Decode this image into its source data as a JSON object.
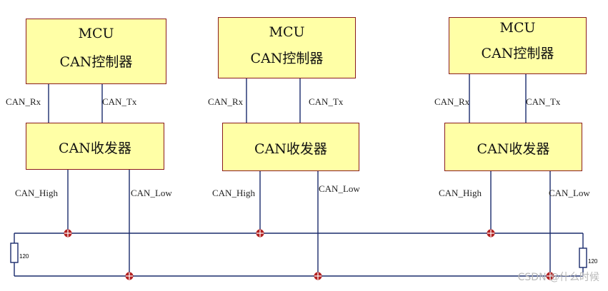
{
  "colors": {
    "box_fill": "#ffffa6",
    "box_border": "#8a1c1c",
    "wire": "#1a2b6b",
    "junction": "#b22222"
  },
  "nodes": [
    {
      "mcu": {
        "line1": "MCU",
        "line2": "CAN控制器"
      },
      "rx": "CAN_Rx",
      "tx": "CAN_Tx",
      "transceiver": "CAN收发器",
      "high": "CAN_High",
      "low": "CAN_Low"
    },
    {
      "mcu": {
        "line1": "MCU",
        "line2": "CAN控制器"
      },
      "rx": "CAN_Rx",
      "tx": "CAN_Tx",
      "transceiver": "CAN收发器",
      "high": "CAN_High",
      "low": "CAN_Low"
    },
    {
      "mcu": {
        "line1": "MCU",
        "line2": "CAN控制器"
      },
      "rx": "CAN_Rx",
      "tx": "CAN_Tx",
      "transceiver": "CAN收发器",
      "high": "CAN_High",
      "low": "CAN_Low"
    }
  ],
  "terminators": [
    {
      "value": "120"
    },
    {
      "value": "120"
    }
  ],
  "watermark": "CSDN @什么时候"
}
